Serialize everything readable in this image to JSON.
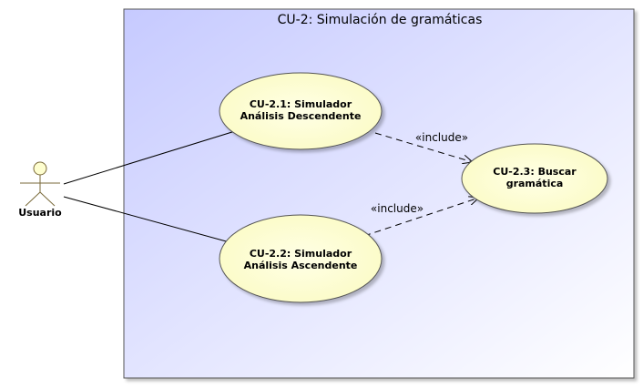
{
  "system": {
    "title": "CU-2: Simulación de gramáticas"
  },
  "actor": {
    "label": "Usuario"
  },
  "use_cases": [
    {
      "line1": "CU-2.1: Simulador",
      "line2": "Análisis Descendente"
    },
    {
      "line1": "CU-2.2: Simulador",
      "line2": "Análisis Ascendente"
    },
    {
      "line1": "CU-2.3: Buscar",
      "line2": "gramática"
    }
  ],
  "relations": [
    {
      "label": "«include»"
    },
    {
      "label": "«include»"
    }
  ],
  "colors": {
    "boundary_gradient_start": "#c6caff",
    "boundary_gradient_end": "#ffffff",
    "use_case_fill": "#fefecf",
    "actor_fill": "#fefecf",
    "line": "#000000"
  }
}
